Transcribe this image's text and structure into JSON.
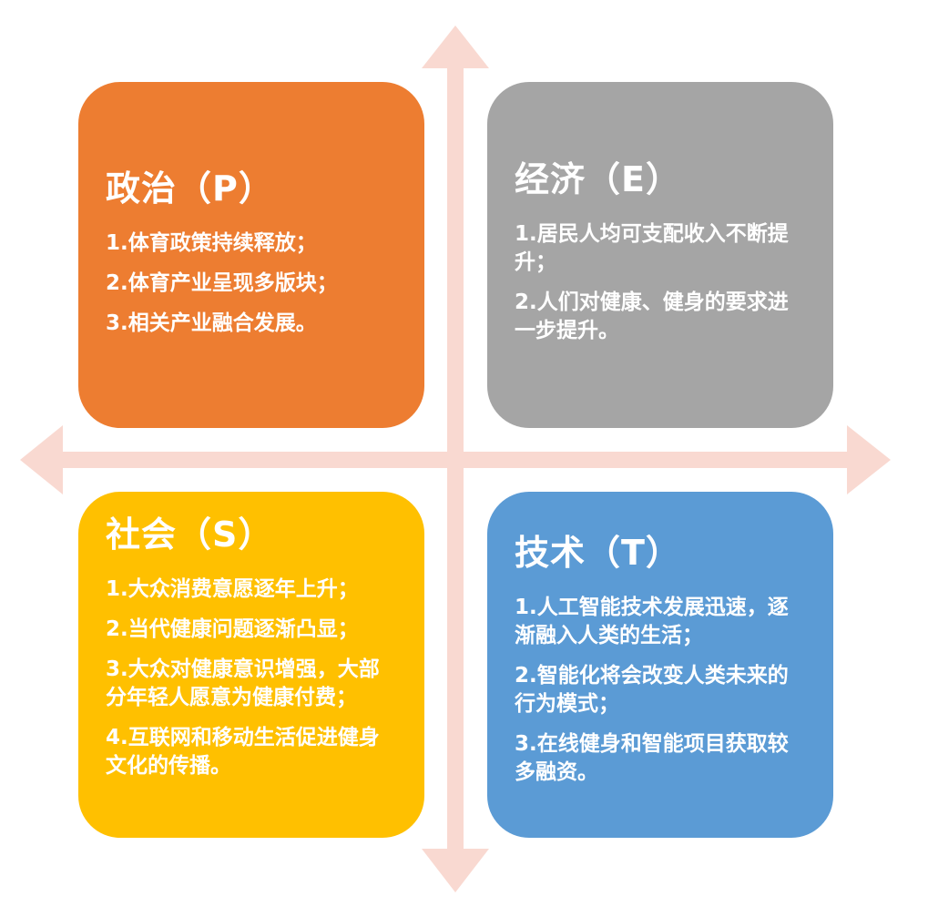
{
  "colors": {
    "axis": "#f9d9d1",
    "political": "#ed7d31",
    "economic": "#a5a5a5",
    "social": "#ffc000",
    "technology": "#5b9bd5",
    "text": "#ffffff"
  },
  "political": {
    "title": "政治（P）",
    "items": [
      "1.体育政策持续释放；",
      "2.体育产业呈现多版块；",
      "3.相关产业融合发展。"
    ]
  },
  "economic": {
    "title": "经济（E）",
    "items": [
      "1.居民人均可支配收入不断提升；",
      "2.人们对健康、健身的要求进一步提升。"
    ]
  },
  "social": {
    "title": "社会（S）",
    "items": [
      "1.大众消费意愿逐年上升；",
      "2.当代健康问题逐渐凸显；",
      "3.大众对健康意识增强，大部分年轻人愿意为健康付费；",
      "4.互联网和移动生活促进健身文化的传播。"
    ]
  },
  "technology": {
    "title": "技术（T）",
    "items": [
      "1.人工智能技术发展迅速，逐渐融入人类的生活；",
      "2.智能化将会改变人类未来的行为模式；",
      "3.在线健身和智能项目获取较多融资。"
    ]
  }
}
